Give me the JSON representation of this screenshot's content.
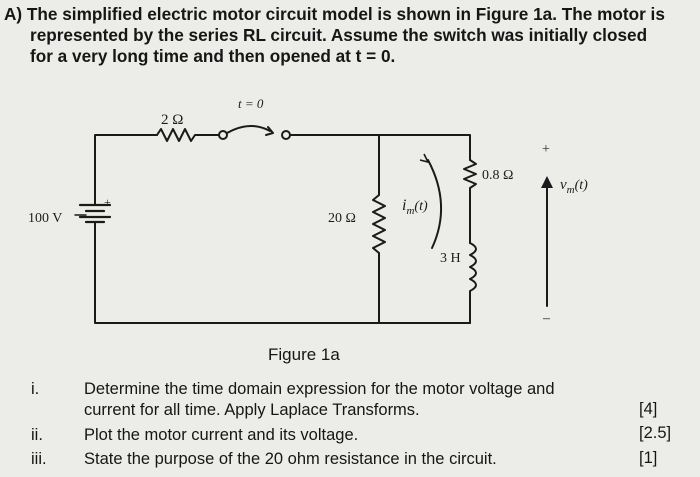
{
  "intro": {
    "line1": "A) The simplified electric motor circuit model is shown in Figure 1a. The motor is",
    "line2": "represented by the series RL circuit. Assume the switch was initially closed",
    "line3": "for a very long time and then opened at t = 0."
  },
  "circuit": {
    "source_label": "100 V",
    "source_plus": "+",
    "r1_label": "2 Ω",
    "switch_label": "t = 0",
    "r20_label": "20 Ω",
    "current_label": "i",
    "current_sub": "m",
    "current_arg": "(t)",
    "rm_label": "0.8 Ω",
    "l_label": "3 H",
    "vm_plus": "+",
    "vm_label": "v",
    "vm_sub": "m",
    "vm_arg": "(t)",
    "vm_minus": "–"
  },
  "figure_caption": "Figure 1a",
  "questions": [
    {
      "number": "i.",
      "line1": "Determine the time domain expression for the motor voltage and",
      "line2": "current for all time. Apply Laplace Transforms.",
      "marks": "[4]"
    },
    {
      "number": "ii.",
      "line1": "Plot the motor current and its voltage.",
      "marks": "[2.5]"
    },
    {
      "number": "iii.",
      "line1": "State the purpose of the 20 ohm resistance in the circuit.",
      "marks": "[1]"
    }
  ]
}
